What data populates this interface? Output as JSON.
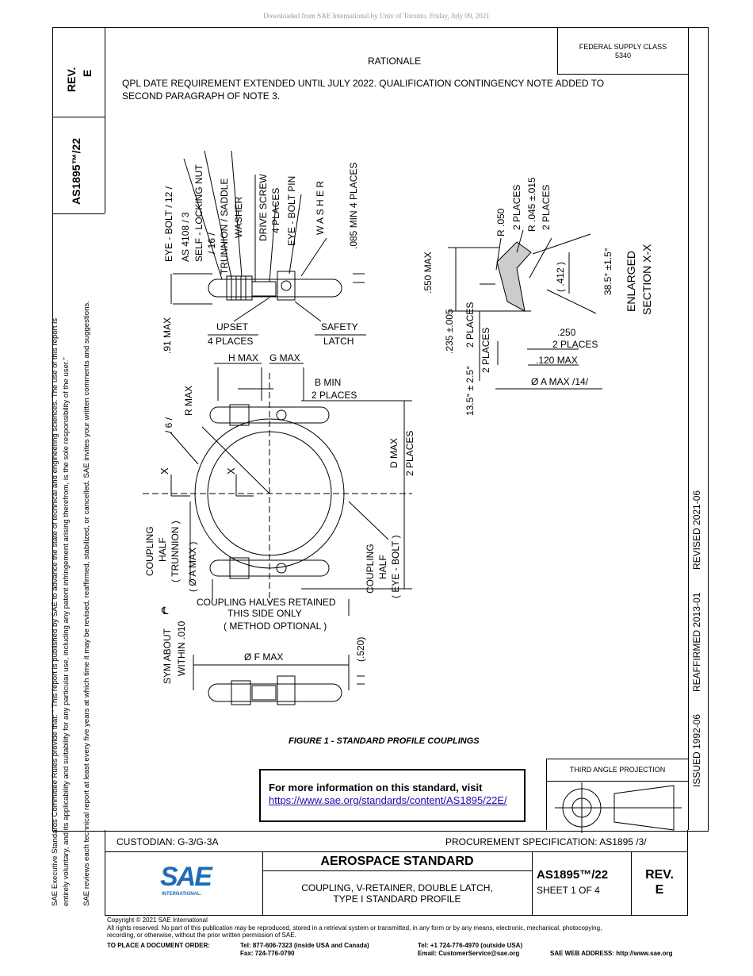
{
  "download_note": "Downloaded from SAE International by Univ of Toronto, Friday, July 09, 2021",
  "left_margin": {
    "rev": "REV.",
    "rev_letter": "E",
    "doc_number": "AS1895™/22",
    "disclaimer_1": "SAE Executive Standards Committee Rules provide that: \"  This report is published by SAE to advance the state of technical and engineering sciences. The use of this report is",
    "disclaimer_2": "entirely voluntary, and its applicability and suitability for any particular use, including any patent infringement arising therefrom, is the sole responsibility of the user.\"",
    "disclaimer_3": "SAE reviews each technical report at least every five years at which time it may be revised, reaffirmed, stabilized, or cancelled. SAE invites your written comments and suggestions."
  },
  "right_margin": {
    "issued": "ISSUED 1992-06",
    "reaffirmed": "REAFFIRMED 2013-01",
    "revised": "REVISED 2021-06"
  },
  "header": {
    "federal_supply_class_label": "FEDERAL SUPPLY CLASS",
    "federal_supply_class_value": "5340",
    "rationale_title": "RATIONALE",
    "rationale_line_1": "QPL DATE REQUIREMENT EXTENDED UNTIL JULY 2022. QUALIFICATION CONTINGENCY NOTE ADDED TO",
    "rationale_line_2": "SECOND PARAGRAPH OF NOTE 3."
  },
  "drawing": {
    "eye_bolt": "EYE - BOLT  / 12 /",
    "as4108": "AS 4108 / 3",
    "self_locking_nut": "SELF - LOCKING  NUT",
    "sixteen": "/ 16 /",
    "trunnion_saddle": "TRUNNION / SADDLE",
    "washer_1": "WASHER",
    "drive_screw": "DRIVE  SCREW",
    "four_places_1": "4  PLACES",
    "eye_bolt_pin": "EYE - BOLT PIN",
    "washer_2": "W A S H E R",
    "min_085": ".085  MIN  4  PLACES",
    "max_91": ".91  MAX",
    "upset": "UPSET",
    "upset_places": "4 PLACES",
    "safety": "SAFETY",
    "latch": "LATCH",
    "h_max": "H MAX",
    "g_max": "G MAX",
    "b_min": "B MIN",
    "two_places_b": "2 PLACES",
    "r_max": "R  MAX",
    "six": "/ 6 /",
    "d_max": "D  MAX",
    "two_places_d": "2  PLACES",
    "x_left": "X",
    "x_right": "X",
    "coupling_half_left_1": "COUPLING",
    "coupling_half_left_2": "HALF",
    "trunnion": "( TRUNNION )",
    "a_max_left": "( Ø  A   MAX )",
    "coupling_half_right_1": "COUPLING",
    "coupling_half_right_2": "HALF",
    "eye_bolt_right": "( EYE - BOLT )",
    "retained_1": "COUPLING HALVES RETAINED",
    "retained_2": "THIS SIDE ONLY",
    "method": "( METHOD OPTIONAL )",
    "sym_about": "SYM  ABOUT",
    "cl": "℄",
    "within": "WITHIN .010",
    "f_max": "Ø F MAX",
    "dim_520": "(.520)",
    "r_050": "R .050",
    "two_places_r1": "2  PLACES",
    "r_045": "R  .045 ±.015",
    "two_places_r2": "2  PLACES",
    "max_550": ".550 MAX",
    "dim_412": "( .412 )",
    "angle_385": "38.5° ±1.5°",
    "enlarged": "ENLARGED",
    "section": "SECTION X-X",
    "dim_235": ".235 ±.005",
    "two_places_235": "2  PLACES",
    "angle_135": "13.5° ± 2.5°",
    "two_places_135": "2  PLACES",
    "dim_250": ".250",
    "two_places_250": "2 PLACES",
    "max_120": ".120 MAX",
    "a_max_14": "Ø A MAX  /14/"
  },
  "figure_caption": "FIGURE 1 - STANDARD PROFILE COUPLINGS",
  "info_box": {
    "line": "For more information on this standard, visit",
    "link": "https://www.sae.org/standards/content/AS1895/22E/"
  },
  "projection": {
    "title": "THIRD ANGLE PROJECTION"
  },
  "title_block": {
    "custodian": "CUSTODIAN: G-3/G-3A",
    "procurement": "PROCUREMENT SPECIFICATION: AS1895 /3/",
    "logo_text": "SAE",
    "logo_sub": "INTERNATIONAL.",
    "aerospace_standard": "AEROSPACE STANDARD",
    "title_line_1": "COUPLING, V-RETAINER, DOUBLE LATCH,",
    "title_line_2": "TYPE I STANDARD PROFILE",
    "doc_number": "AS1895™/22",
    "sheet": "SHEET 1 OF 4",
    "rev": "REV.",
    "rev_letter": "E"
  },
  "footer": {
    "copyright": "Copyright © 2021 SAE International",
    "rights_1": "All rights reserved. No part of this publication may be reproduced, stored in a retrieval system or transmitted, in any form or by any means, electronic, mechanical, photocopying,",
    "rights_2": "recording, or otherwise, without the prior written permission of SAE.",
    "order_label": "TO PLACE A DOCUMENT ORDER:",
    "tel_usa": "Tel: 877-606-7323 (inside USA and Canada)",
    "fax": "Fax: 724-776-0790",
    "tel_outside": "Tel: +1 724-776-4970 (outside USA)",
    "email": "Email: CustomerService@sae.org",
    "web": "SAE WEB ADDRESS: http://www.sae.org"
  },
  "colors": {
    "link": "#1a0dab",
    "logo_blue": "#1d6db5",
    "note_gray": "#999999",
    "section_fill": "#cccccc"
  }
}
